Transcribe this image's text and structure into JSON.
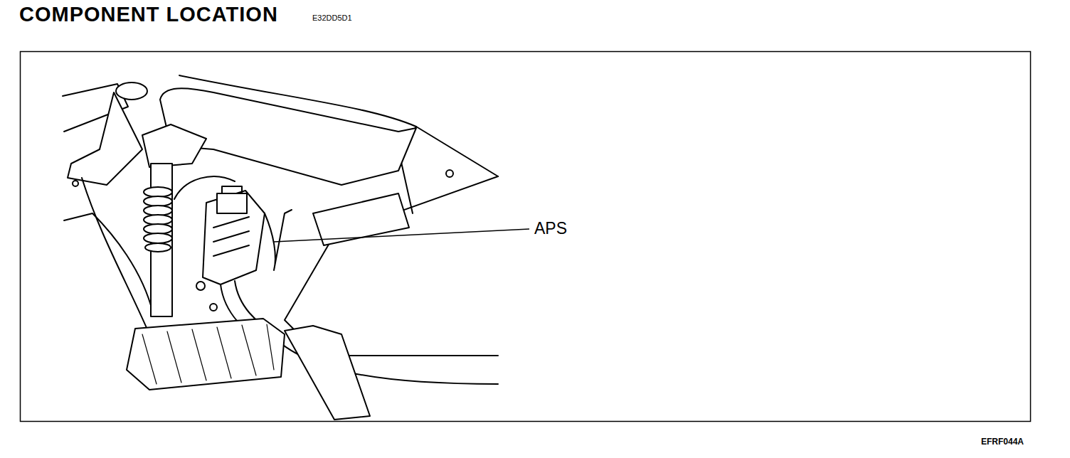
{
  "diagram": {
    "title": "COMPONENT LOCATION",
    "labels": [
      "E32DD5D1",
      "APS",
      "EFRF044A"
    ]
  }
}
